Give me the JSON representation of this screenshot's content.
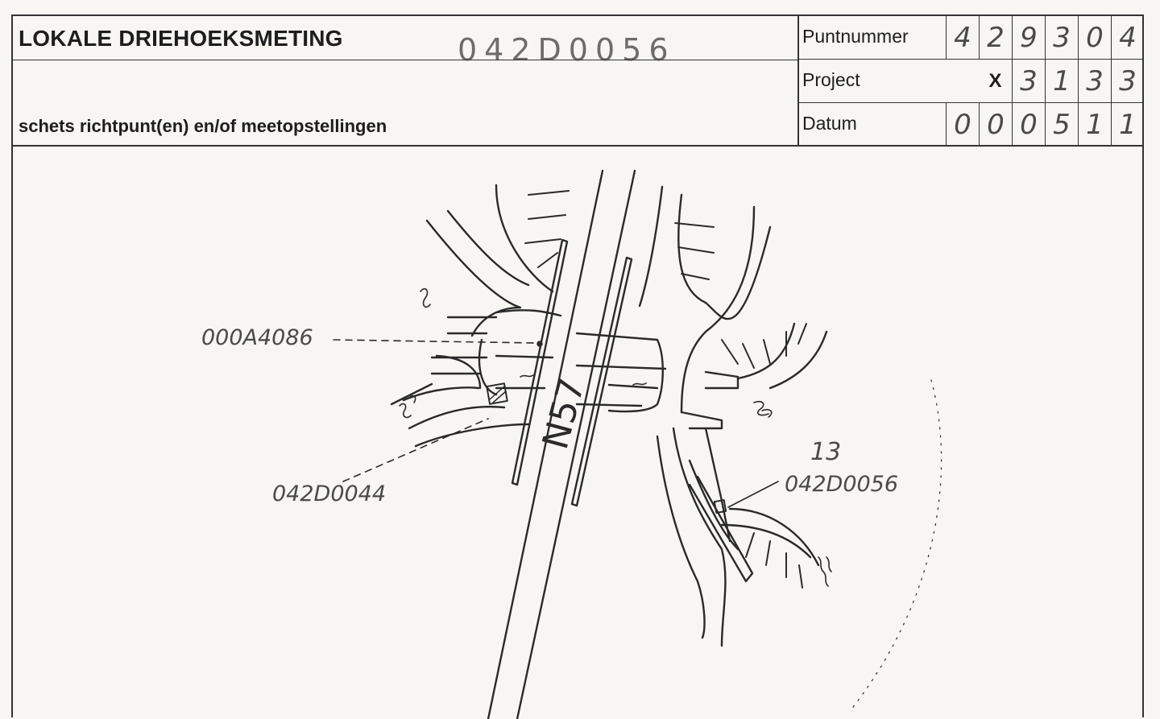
{
  "header": {
    "title": "LOKALE DRIEHOEKSMETING",
    "handwritten_number": "042D0056",
    "subtitle": "schets richtpunt(en) en/of meetopstellingen"
  },
  "fields": {
    "puntnummer": {
      "label": "Puntnummer",
      "digits": [
        "4",
        "2",
        "9",
        "3",
        "0",
        "4"
      ]
    },
    "project": {
      "label": "Project",
      "digits": [
        "X",
        "3",
        "1",
        "3",
        "3"
      ]
    },
    "datum": {
      "label": "Datum",
      "digits": [
        "0",
        "0",
        "0",
        "5",
        "1",
        "1"
      ]
    }
  },
  "sketch": {
    "road_label": "N57",
    "point_a": "000A4086",
    "point_b": "042D0044",
    "point_c_number": "13",
    "point_c": "042D0056"
  }
}
